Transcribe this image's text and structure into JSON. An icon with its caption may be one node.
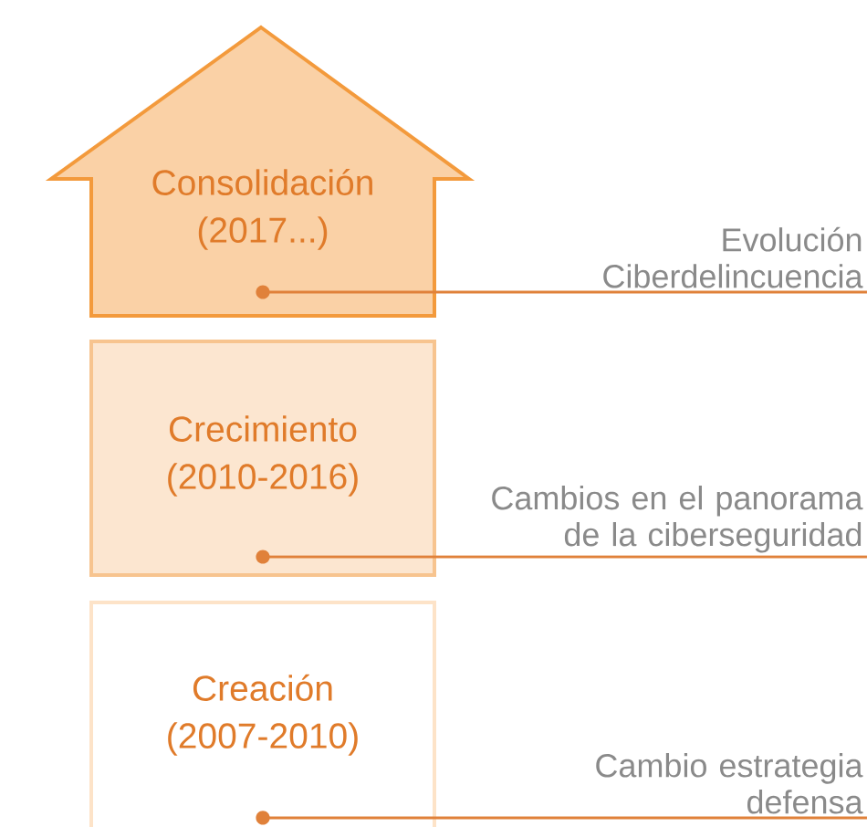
{
  "diagram": {
    "nodes": [
      {
        "text": [
          "Consolidación",
          "(2017...)"
        ]
      },
      {
        "text": [
          "Crecimiento",
          "(2010-2016)"
        ]
      },
      {
        "text": [
          "Creación",
          "(2007-2010)"
        ]
      },
      {
        "text": [
          "Evolución Ciberdelincuencia"
        ]
      },
      {
        "text": [
          "Cambios en el panorama de la ciberseguridad"
        ]
      },
      {
        "text": [
          "Cambio estrategia defensa"
        ]
      }
    ],
    "edges": [
      {
        "from": 0,
        "to": 3,
        "arrow": "other"
      },
      {
        "from": 1,
        "to": 4,
        "arrow": "other"
      },
      {
        "from": 2,
        "to": 5,
        "arrow": "other"
      }
    ]
  }
}
